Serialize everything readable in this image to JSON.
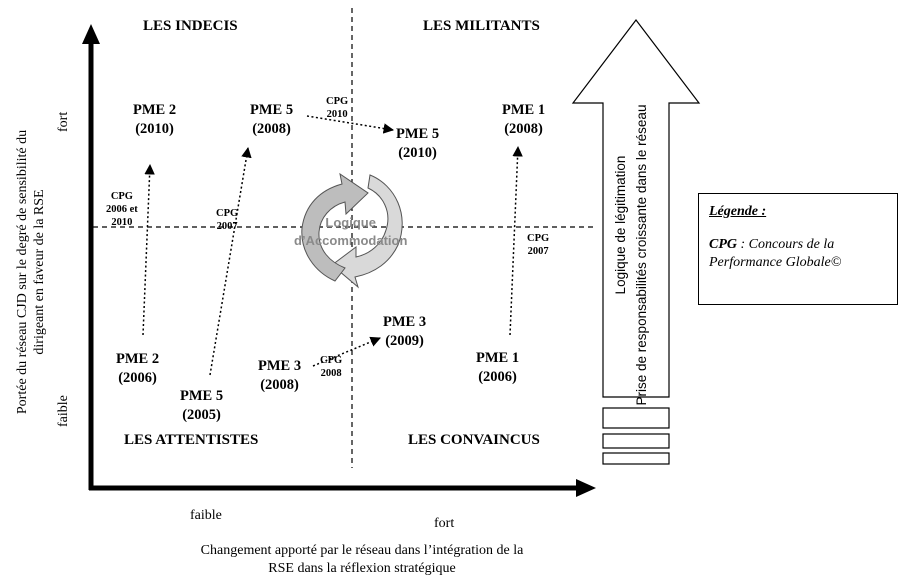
{
  "quadrants": {
    "top_left": "LES INDECIS",
    "top_right": "LES MILITANTS",
    "bottom_left": "LES ATTENTISTES",
    "bottom_right": "LES CONVAINCUS"
  },
  "axes": {
    "y_label_line1": "Portée du réseau CJD sur le degré de sensibilité du",
    "y_label_line2": "dirigeant en faveur de la RSE",
    "y_high": "fort",
    "y_low": "faible",
    "x_low": "faible",
    "x_high": "fort",
    "x_label_line1": "Changement apporté par le réseau dans l’intégration de la",
    "x_label_line2": "RSE dans la réflexion stratégique"
  },
  "companies": {
    "pme2_2010": {
      "name": "PME 2",
      "year": "(2010)"
    },
    "pme5_2008": {
      "name": "PME 5",
      "year": "(2008)"
    },
    "pme5_2010": {
      "name": "PME 5",
      "year": "(2010)"
    },
    "pme1_2008": {
      "name": "PME 1",
      "year": "(2008)"
    },
    "pme2_2006": {
      "name": "PME 2",
      "year": "(2006)"
    },
    "pme5_2005": {
      "name": "PME 5",
      "year": "(2005)"
    },
    "pme3_2008": {
      "name": "PME 3",
      "year": "(2008)"
    },
    "pme3_2009": {
      "name": "PME 3",
      "year": "(2009)"
    },
    "pme1_2006": {
      "name": "PME 1",
      "year": "(2006)"
    }
  },
  "cpg_labels": {
    "pme2": {
      "line1": "CPG",
      "line2": "2006 et",
      "line3": "2010"
    },
    "pme5_a": {
      "line1": "CPG",
      "line2": "2007"
    },
    "pme5_b": {
      "line1": "CPG",
      "line2": "2010"
    },
    "pme3": {
      "line1": "CPG",
      "line2": "2008"
    },
    "pme1": {
      "line1": "CPG",
      "line2": "2007"
    }
  },
  "accommodation": {
    "line1": "Logique",
    "line2": "d’Accommodation"
  },
  "big_arrow": {
    "line1": "Logique  de légitimation",
    "line2": "Prise de responsabilités croissante dans le réseau"
  },
  "legend": {
    "title": "Légende :",
    "term": "CPG",
    "definition_line1": " : Concours de la",
    "definition_line2": "Performance Globale©"
  },
  "colors": {
    "axis": "#000000",
    "arrow_gray": "#bfbfbf",
    "accommodation_text": "#8a8a8a"
  }
}
